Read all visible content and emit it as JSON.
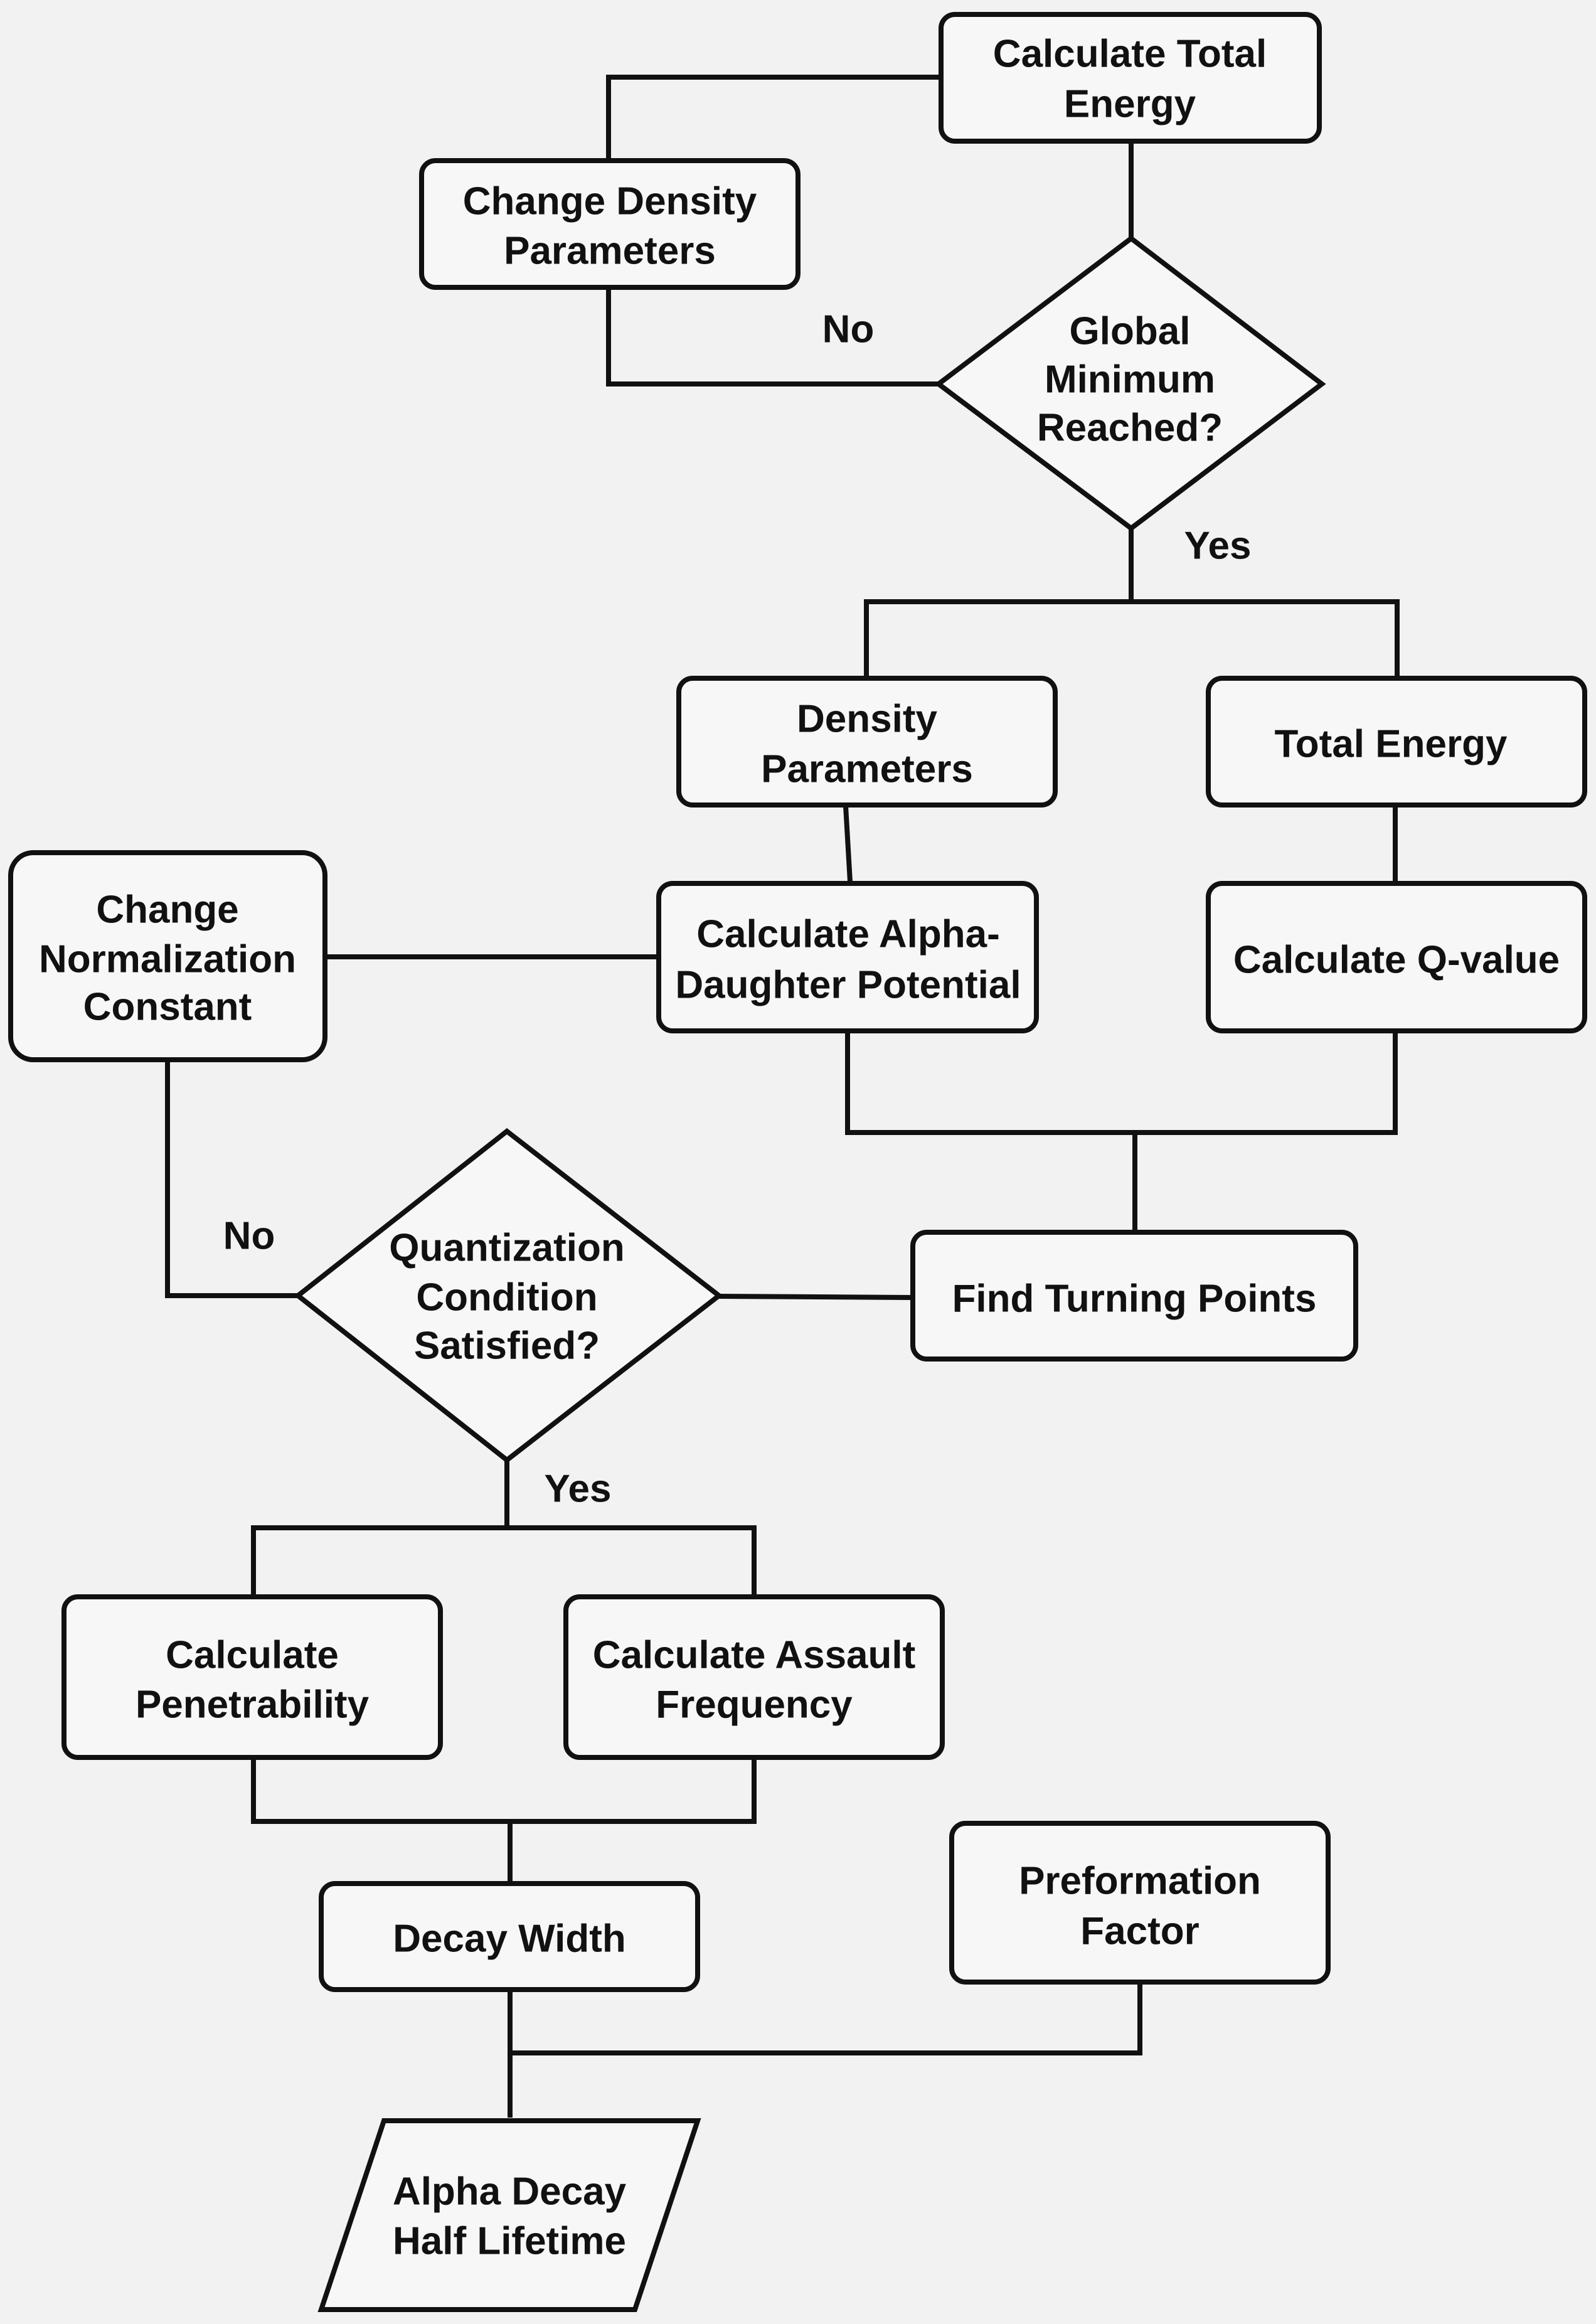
{
  "nodes": {
    "calc_total_energy": {
      "lines": [
        "Calculate Total",
        "Energy"
      ]
    },
    "change_density": {
      "lines": [
        "Change Density",
        "Parameters"
      ]
    },
    "global_min": {
      "lines": [
        "Global",
        "Minimum",
        "Reached?"
      ]
    },
    "density_params": {
      "lines": [
        "Density",
        "Parameters"
      ]
    },
    "total_energy": {
      "lines": [
        "Total Energy"
      ]
    },
    "change_norm": {
      "lines": [
        "Change",
        "Normalization",
        "Constant"
      ]
    },
    "calc_alpha_potential": {
      "lines": [
        "Calculate Alpha-",
        "Daughter Potential"
      ]
    },
    "calc_q_value": {
      "lines": [
        "Calculate Q-value"
      ]
    },
    "find_turning_points": {
      "lines": [
        "Find Turning Points"
      ]
    },
    "quantization": {
      "lines": [
        "Quantization",
        "Condition",
        "Satisfied?"
      ]
    },
    "calc_penetrability": {
      "lines": [
        "Calculate",
        "Penetrability"
      ]
    },
    "calc_assault_freq": {
      "lines": [
        "Calculate Assault",
        "Frequency"
      ]
    },
    "decay_width": {
      "lines": [
        "Decay Width"
      ]
    },
    "preformation": {
      "lines": [
        "Preformation",
        "Factor"
      ]
    },
    "half_lifetime": {
      "lines": [
        "Alpha Decay",
        "Half Lifetime"
      ]
    }
  },
  "edge_labels": {
    "global_no": "No",
    "global_yes": "Yes",
    "quant_no": "No",
    "quant_yes": "Yes"
  },
  "colors": {
    "stroke": "#111111",
    "fill": "#f7f7f7",
    "background": "#f2f2f2"
  }
}
